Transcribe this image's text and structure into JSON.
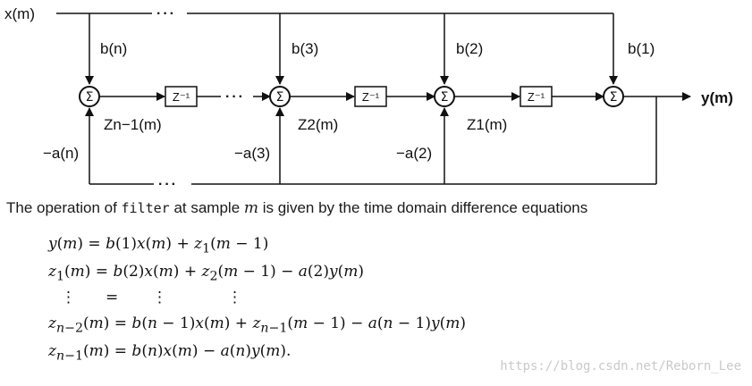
{
  "diagram": {
    "input_label": "x(m)",
    "output_label": "y(m)",
    "ellipsis": "···",
    "sum_symbol": "Σ",
    "delay_symbol": "Z⁻¹",
    "b_labels": [
      "b(n)",
      "b(3)",
      "b(2)",
      "b(1)"
    ],
    "a_labels": [
      "−a(n)",
      "−a(3)",
      "−a(2)"
    ],
    "z_labels": [
      "Zn−1(m)",
      "Z2(m)",
      "Z1(m)"
    ]
  },
  "intro": {
    "prefix": "The operation of ",
    "code": "filter",
    "middle": " at sample ",
    "variable": "m",
    "suffix": " is given by the time domain difference equations"
  },
  "equations": [
    "y(m) = b(1)x(m) + z₁(m − 1)",
    "z₁(m) = b(2)x(m) + z₂(m − 1) − a(2)y(m)",
    "z_{n−2}(m) = b(n − 1)x(m) + z_{n−1}(m − 1) − a(n − 1)y(m)",
    "z_{n−1}(m) = b(n)x(m) − a(n)y(m)."
  ],
  "equation_dots": [
    "⋮",
    "=",
    "⋮",
    "⋮"
  ],
  "watermark": "https://blog.csdn.net/Reborn_Lee"
}
